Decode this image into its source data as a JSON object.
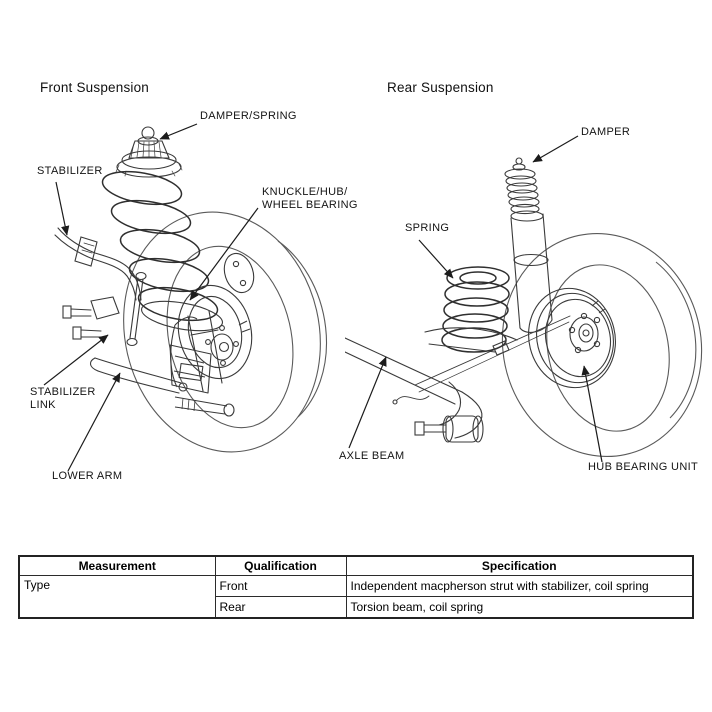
{
  "front": {
    "title": "Front Suspension",
    "labels": {
      "damper_spring": "DAMPER/SPRING",
      "stabilizer": "STABILIZER",
      "knuckle_line1": "KNUCKLE/HUB/",
      "knuckle_line2": "WHEEL BEARING",
      "stabilizer_link_line1": "STABILIZER",
      "stabilizer_link_line2": "LINK",
      "lower_arm": "LOWER ARM"
    }
  },
  "rear": {
    "title": "Rear Suspension",
    "labels": {
      "damper": "DAMPER",
      "spring": "SPRING",
      "axle_beam": "AXLE BEAM",
      "hub_bearing_unit": "HUB BEARING UNIT"
    }
  },
  "table": {
    "headers": [
      "Measurement",
      "Qualification",
      "Specification"
    ],
    "measurement": "Type",
    "rows": [
      {
        "qualification": "Front",
        "specification": "Independent macpherson strut with stabilizer, coil spring"
      },
      {
        "qualification": "Rear",
        "specification": "Torsion beam, coil spring"
      }
    ]
  },
  "colors": {
    "line_art": "#474747",
    "dark_line": "#333333",
    "arrow": "#1c1c1c",
    "text": "#141414",
    "table_border": "#232323",
    "background": "#ffffff"
  }
}
